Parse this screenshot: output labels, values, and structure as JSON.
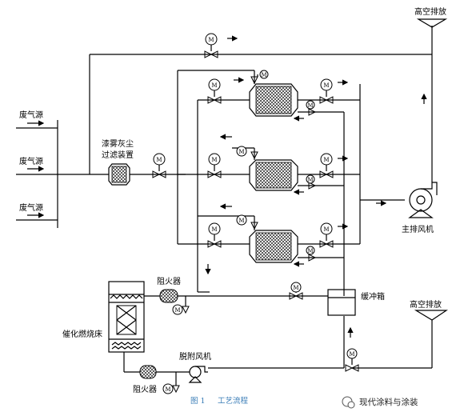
{
  "labels": {
    "source1": "废气源",
    "source2": "废气源",
    "source3": "废气源",
    "filter_line1": "漆雾灰尘",
    "filter_line2": "过滤装置",
    "vent_top": "高空排放",
    "vent_bottom": "高空排放",
    "main_fan": "主排风机",
    "buffer_tank": "缓冲箱",
    "flame_arrester_top": "阻火器",
    "flame_arrester_bottom": "阻火器",
    "desorption_fan": "脱附风机",
    "catalytic_bed": "催化燃烧床",
    "motor_symbol": "M"
  },
  "caption": {
    "figure": "图 1",
    "title": "工艺流程"
  },
  "watermark": {
    "text": "现代涂料与涂装"
  },
  "colors": {
    "line": "#000000",
    "caption": "#3d7fb8"
  }
}
